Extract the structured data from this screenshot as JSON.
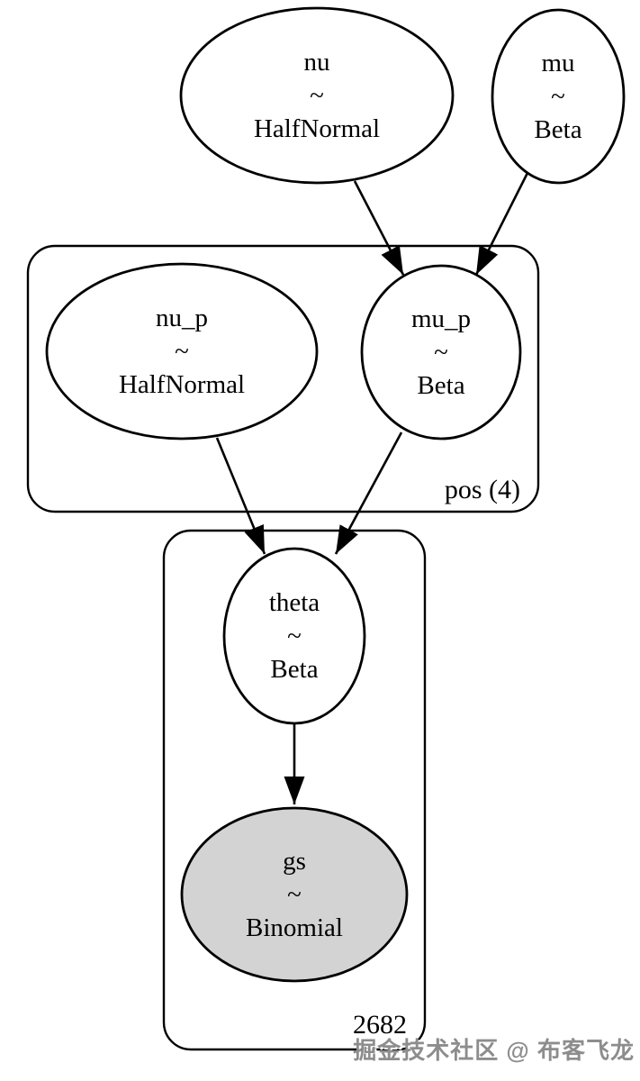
{
  "diagram": {
    "type": "bayesian-plate-model-graph",
    "nodes": [
      {
        "name": "nu",
        "relation": "~",
        "distribution": "HalfNormal",
        "observed": false
      },
      {
        "name": "mu",
        "relation": "~",
        "distribution": "Beta",
        "observed": false
      },
      {
        "name": "nu_p",
        "relation": "~",
        "distribution": "HalfNormal",
        "observed": false
      },
      {
        "name": "mu_p",
        "relation": "~",
        "distribution": "Beta",
        "observed": false
      },
      {
        "name": "theta",
        "relation": "~",
        "distribution": "Beta",
        "observed": false
      },
      {
        "name": "gs",
        "relation": "~",
        "distribution": "Binomial",
        "observed": true
      }
    ],
    "plates": [
      {
        "label": "pos (4)"
      },
      {
        "label": "2682"
      }
    ],
    "edges": [
      {
        "from": "nu",
        "to": "mu_p"
      },
      {
        "from": "mu",
        "to": "mu_p"
      },
      {
        "from": "nu_p",
        "to": "theta"
      },
      {
        "from": "mu_p",
        "to": "theta"
      },
      {
        "from": "theta",
        "to": "gs"
      }
    ]
  },
  "colors": {
    "node_fill": "#ffffff",
    "observed_node_fill": "#d3d3d3",
    "stroke": "#000000",
    "watermark_text": "#8d8d8d"
  },
  "watermark": {
    "text": "掘金技术社区 @ 布客飞龙"
  }
}
